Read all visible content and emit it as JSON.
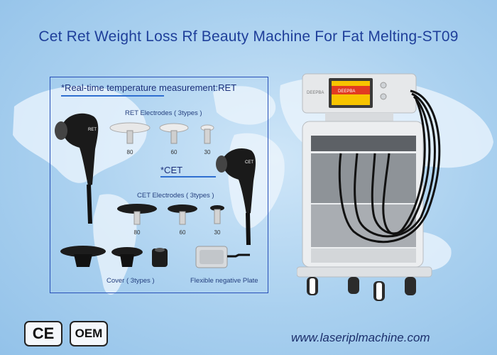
{
  "title": "Cet Ret Weight Loss Rf Beauty Machine For Fat Melting-ST09",
  "panel": {
    "ret_heading": "*Real-time temperature measurement:RET",
    "ret_electrodes_label": "RET Electrodes ( 3types )",
    "ret_sizes": [
      "80",
      "60",
      "30"
    ],
    "cet_heading": "*CET",
    "cet_electrodes_label": "CET Electrodes ( 3types )",
    "cet_sizes": [
      "80",
      "60",
      "30"
    ],
    "cover_label": "Cover ( 3types )",
    "plate_label": "Flexible negative Plate",
    "handle_ret_text": "RET",
    "handle_cet_text": "CET"
  },
  "machine": {
    "brand": "DEEPBA",
    "screen_text": "DEEPBA"
  },
  "badges": {
    "ce": "CE",
    "oem": "OEM"
  },
  "website": "www.laseriplmachine.com"
}
